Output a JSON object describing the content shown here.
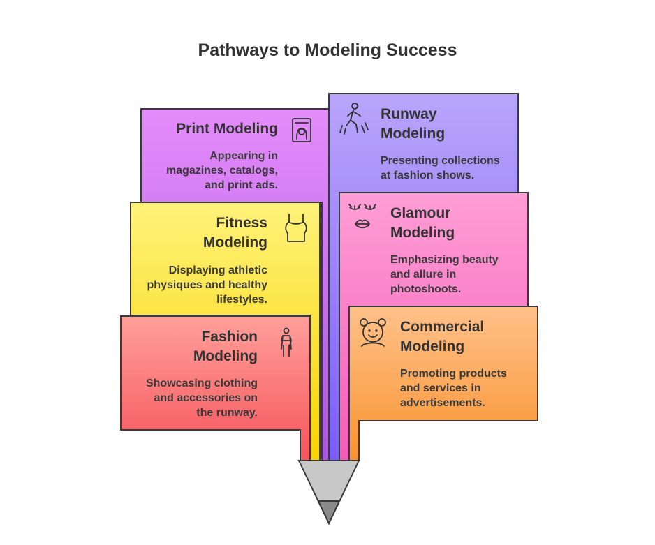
{
  "title": "Pathways to Modeling Success",
  "colors": {
    "print": [
      "#e48cfb",
      "#ad55e2"
    ],
    "runway": [
      "#b9a6fb",
      "#7a5cf6"
    ],
    "fitness": [
      "#fff27a",
      "#f7d400"
    ],
    "glamour": [
      "#ff9ed6",
      "#f25cb8"
    ],
    "fashion": [
      "#ff9f9a",
      "#f6545b"
    ],
    "commercial": [
      "#ffc18a",
      "#f8932f"
    ]
  },
  "items": {
    "print": {
      "title_1": "Print Modeling",
      "title_2": "",
      "desc_1": "Appearing in",
      "desc_2": "magazines, catalogs,",
      "desc_3": "and print ads.",
      "icon": "magazine-icon"
    },
    "runway": {
      "title_1": "Runway",
      "title_2": "Modeling",
      "desc_1": "Presenting collections",
      "desc_2": "at fashion shows.",
      "desc_3": "",
      "icon": "runway-walker-icon"
    },
    "fitness": {
      "title_1": "Fitness",
      "title_2": "Modeling",
      "desc_1": "Displaying athletic",
      "desc_2": "physiques and healthy",
      "desc_3": "lifestyles.",
      "icon": "tank-top-icon"
    },
    "glamour": {
      "title_1": "Glamour",
      "title_2": "Modeling",
      "desc_1": "Emphasizing beauty",
      "desc_2": "and allure in",
      "desc_3": "photoshoots.",
      "icon": "lips-lashes-icon"
    },
    "fashion": {
      "title_1": "Fashion",
      "title_2": "Modeling",
      "desc_1": "Showcasing clothing",
      "desc_2": "and accessories on",
      "desc_3": "the runway.",
      "icon": "fashion-figure-icon"
    },
    "commercial": {
      "title_1": "Commercial",
      "title_2": "Modeling",
      "desc_1": "Promoting products",
      "desc_2": "and services in",
      "desc_3": "advertisements.",
      "icon": "smiling-face-icon"
    }
  }
}
